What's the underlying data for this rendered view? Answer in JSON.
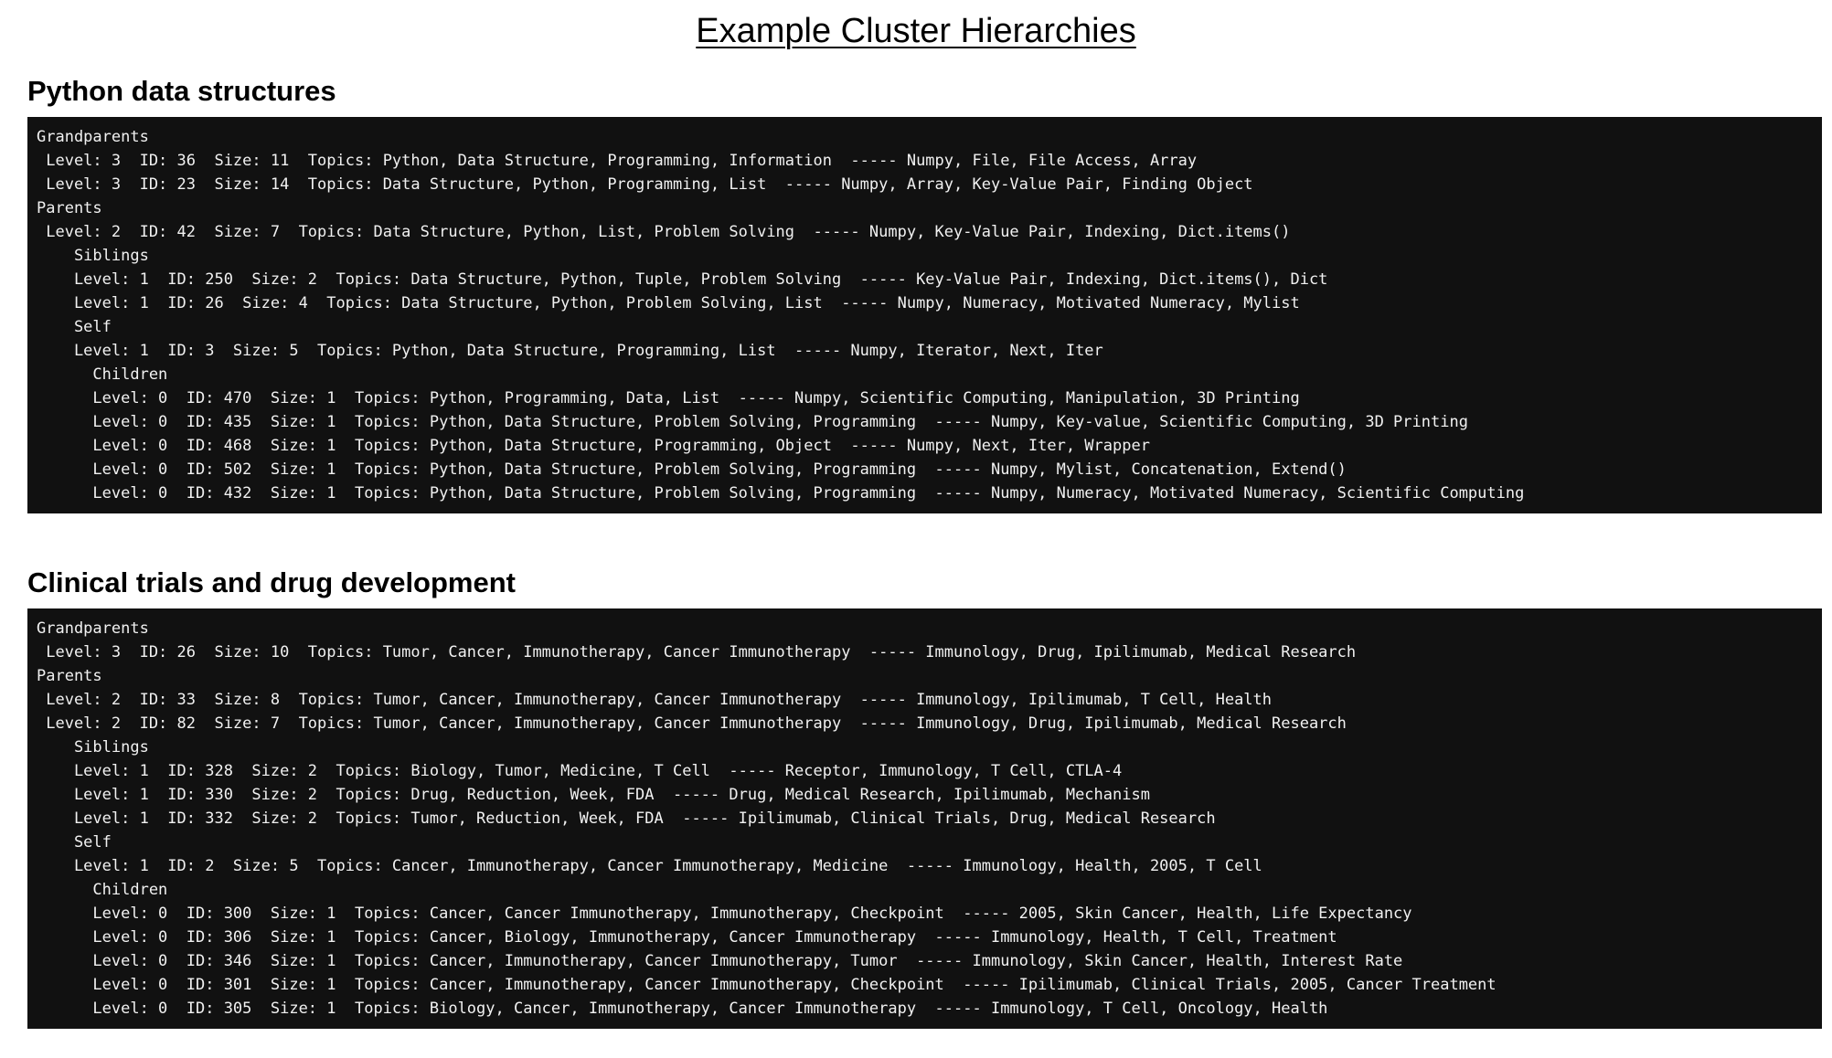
{
  "page_title": "Example Cluster Hierarchies",
  "node_separator": "-----",
  "field_labels": {
    "level": "Level:",
    "id": "ID:",
    "size": "Size:",
    "topics": "Topics:"
  },
  "colors": {
    "terminal_bg": "#111111",
    "terminal_text": "#f1f1f1",
    "page_bg": "#ffffff",
    "heading_text": "#000000"
  },
  "sections": [
    {
      "heading": "Python data structures",
      "lines": [
        {
          "indent": 0,
          "label": "Grandparents"
        },
        {
          "indent": 1,
          "level": 3,
          "id": 36,
          "size": 11,
          "topics": [
            "Python",
            "Data Structure",
            "Programming",
            "Information"
          ],
          "keywords": [
            "Numpy",
            "File",
            "File Access",
            "Array"
          ]
        },
        {
          "indent": 1,
          "level": 3,
          "id": 23,
          "size": 14,
          "topics": [
            "Data Structure",
            "Python",
            "Programming",
            "List"
          ],
          "keywords": [
            "Numpy",
            "Array",
            "Key-Value Pair",
            "Finding Object"
          ]
        },
        {
          "indent": 0,
          "label": "Parents"
        },
        {
          "indent": 1,
          "level": 2,
          "id": 42,
          "size": 7,
          "topics": [
            "Data Structure",
            "Python",
            "List",
            "Problem Solving"
          ],
          "keywords": [
            "Numpy",
            "Key-Value Pair",
            "Indexing",
            "Dict.items()"
          ]
        },
        {
          "indent": 4,
          "label": "Siblings"
        },
        {
          "indent": 4,
          "level": 1,
          "id": 250,
          "size": 2,
          "topics": [
            "Data Structure",
            "Python",
            "Tuple",
            "Problem Solving"
          ],
          "keywords": [
            "Key-Value Pair",
            "Indexing",
            "Dict.items()",
            "Dict"
          ]
        },
        {
          "indent": 4,
          "level": 1,
          "id": 26,
          "size": 4,
          "topics": [
            "Data Structure",
            "Python",
            "Problem Solving",
            "List"
          ],
          "keywords": [
            "Numpy",
            "Numeracy",
            "Motivated Numeracy",
            "Mylist"
          ]
        },
        {
          "indent": 4,
          "label": "Self"
        },
        {
          "indent": 4,
          "level": 1,
          "id": 3,
          "size": 5,
          "topics": [
            "Python",
            "Data Structure",
            "Programming",
            "List"
          ],
          "keywords": [
            "Numpy",
            "Iterator",
            "Next",
            "Iter"
          ]
        },
        {
          "indent": 6,
          "label": "Children"
        },
        {
          "indent": 6,
          "level": 0,
          "id": 470,
          "size": 1,
          "topics": [
            "Python",
            "Programming",
            "Data",
            "List"
          ],
          "keywords": [
            "Numpy",
            "Scientific Computing",
            "Manipulation",
            "3D Printing"
          ]
        },
        {
          "indent": 6,
          "level": 0,
          "id": 435,
          "size": 1,
          "topics": [
            "Python",
            "Data Structure",
            "Problem Solving",
            "Programming"
          ],
          "keywords": [
            "Numpy",
            "Key-value",
            "Scientific Computing",
            "3D Printing"
          ]
        },
        {
          "indent": 6,
          "level": 0,
          "id": 468,
          "size": 1,
          "topics": [
            "Python",
            "Data Structure",
            "Programming",
            "Object"
          ],
          "keywords": [
            "Numpy",
            "Next",
            "Iter",
            "Wrapper"
          ]
        },
        {
          "indent": 6,
          "level": 0,
          "id": 502,
          "size": 1,
          "topics": [
            "Python",
            "Data Structure",
            "Problem Solving",
            "Programming"
          ],
          "keywords": [
            "Numpy",
            "Mylist",
            "Concatenation",
            "Extend()"
          ]
        },
        {
          "indent": 6,
          "level": 0,
          "id": 432,
          "size": 1,
          "topics": [
            "Python",
            "Data Structure",
            "Problem Solving",
            "Programming"
          ],
          "keywords": [
            "Numpy",
            "Numeracy",
            "Motivated Numeracy",
            "Scientific Computing"
          ]
        }
      ]
    },
    {
      "heading": "Clinical trials and drug development",
      "lines": [
        {
          "indent": 0,
          "label": "Grandparents"
        },
        {
          "indent": 1,
          "level": 3,
          "id": 26,
          "size": 10,
          "topics": [
            "Tumor",
            "Cancer",
            "Immunotherapy",
            "Cancer Immunotherapy"
          ],
          "keywords": [
            "Immunology",
            "Drug",
            "Ipilimumab",
            "Medical Research"
          ]
        },
        {
          "indent": 0,
          "label": "Parents"
        },
        {
          "indent": 1,
          "level": 2,
          "id": 33,
          "size": 8,
          "topics": [
            "Tumor",
            "Cancer",
            "Immunotherapy",
            "Cancer Immunotherapy"
          ],
          "keywords": [
            "Immunology",
            "Ipilimumab",
            "T Cell",
            "Health"
          ]
        },
        {
          "indent": 1,
          "level": 2,
          "id": 82,
          "size": 7,
          "topics": [
            "Tumor",
            "Cancer",
            "Immunotherapy",
            "Cancer Immunotherapy"
          ],
          "keywords": [
            "Immunology",
            "Drug",
            "Ipilimumab",
            "Medical Research"
          ]
        },
        {
          "indent": 4,
          "label": "Siblings"
        },
        {
          "indent": 4,
          "level": 1,
          "id": 328,
          "size": 2,
          "topics": [
            "Biology",
            "Tumor",
            "Medicine",
            "T Cell"
          ],
          "keywords": [
            "Receptor",
            "Immunology",
            "T Cell",
            "CTLA-4"
          ]
        },
        {
          "indent": 4,
          "level": 1,
          "id": 330,
          "size": 2,
          "topics": [
            "Drug",
            "Reduction",
            "Week",
            "FDA"
          ],
          "keywords": [
            "Drug",
            "Medical Research",
            "Ipilimumab",
            "Mechanism"
          ]
        },
        {
          "indent": 4,
          "level": 1,
          "id": 332,
          "size": 2,
          "topics": [
            "Tumor",
            "Reduction",
            "Week",
            "FDA"
          ],
          "keywords": [
            "Ipilimumab",
            "Clinical Trials",
            "Drug",
            "Medical Research"
          ]
        },
        {
          "indent": 4,
          "label": "Self"
        },
        {
          "indent": 4,
          "level": 1,
          "id": 2,
          "size": 5,
          "topics": [
            "Cancer",
            "Immunotherapy",
            "Cancer Immunotherapy",
            "Medicine"
          ],
          "keywords": [
            "Immunology",
            "Health",
            "2005",
            "T Cell"
          ]
        },
        {
          "indent": 6,
          "label": "Children"
        },
        {
          "indent": 6,
          "level": 0,
          "id": 300,
          "size": 1,
          "topics": [
            "Cancer",
            "Cancer Immunotherapy",
            "Immunotherapy",
            "Checkpoint"
          ],
          "keywords": [
            "2005",
            "Skin Cancer",
            "Health",
            "Life Expectancy"
          ]
        },
        {
          "indent": 6,
          "level": 0,
          "id": 306,
          "size": 1,
          "topics": [
            "Cancer",
            "Biology",
            "Immunotherapy",
            "Cancer Immunotherapy"
          ],
          "keywords": [
            "Immunology",
            "Health",
            "T Cell",
            "Treatment"
          ]
        },
        {
          "indent": 6,
          "level": 0,
          "id": 346,
          "size": 1,
          "topics": [
            "Cancer",
            "Immunotherapy",
            "Cancer Immunotherapy",
            "Tumor"
          ],
          "keywords": [
            "Immunology",
            "Skin Cancer",
            "Health",
            "Interest Rate"
          ]
        },
        {
          "indent": 6,
          "level": 0,
          "id": 301,
          "size": 1,
          "topics": [
            "Cancer",
            "Immunotherapy",
            "Cancer Immunotherapy",
            "Checkpoint"
          ],
          "keywords": [
            "Ipilimumab",
            "Clinical Trials",
            "2005",
            "Cancer Treatment"
          ]
        },
        {
          "indent": 6,
          "level": 0,
          "id": 305,
          "size": 1,
          "topics": [
            "Biology",
            "Cancer",
            "Immunotherapy",
            "Cancer Immunotherapy"
          ],
          "keywords": [
            "Immunology",
            "T Cell",
            "Oncology",
            "Health"
          ]
        }
      ]
    }
  ]
}
